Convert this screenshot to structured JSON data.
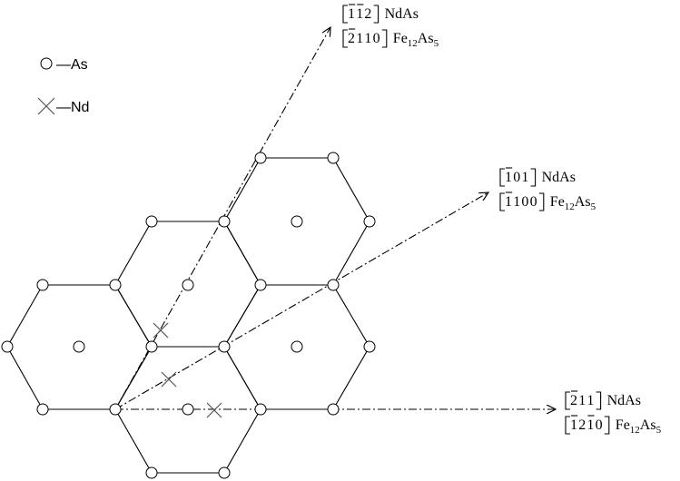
{
  "legend": {
    "as_label": "—As",
    "nd_label": "—Nd"
  },
  "labels": {
    "dir1": {
      "line1": {
        "digits": [
          "1",
          "1",
          "2"
        ],
        "bars": [
          true,
          true,
          false
        ],
        "phase": "NdAs"
      },
      "line2": {
        "digits": [
          "2",
          "1",
          "1",
          "0"
        ],
        "bars": [
          true,
          false,
          false,
          false
        ],
        "phase": "Fe",
        "sub1": "12",
        "mid": "As",
        "sub2": "5"
      }
    },
    "dir2": {
      "line1": {
        "digits": [
          "1",
          "0",
          "1"
        ],
        "bars": [
          true,
          false,
          false
        ],
        "phase": "NdAs"
      },
      "line2": {
        "digits": [
          "1",
          "1",
          "0",
          "0"
        ],
        "bars": [
          true,
          false,
          false,
          false
        ],
        "phase": "Fe",
        "sub1": "12",
        "mid": "As",
        "sub2": "5"
      }
    },
    "dir3": {
      "line1": {
        "digits": [
          "2",
          "1",
          "1"
        ],
        "bars": [
          true,
          false,
          false
        ],
        "phase": "NdAs"
      },
      "line2": {
        "digits": [
          "1",
          "2",
          "1",
          "0"
        ],
        "bars": [
          true,
          false,
          true,
          false
        ],
        "phase": "Fe",
        "sub1": "12",
        "mid": "As",
        "sub2": "5"
      }
    }
  },
  "colors": {
    "line": "#000000",
    "nd_marker": "#555555",
    "background": "#ffffff"
  }
}
